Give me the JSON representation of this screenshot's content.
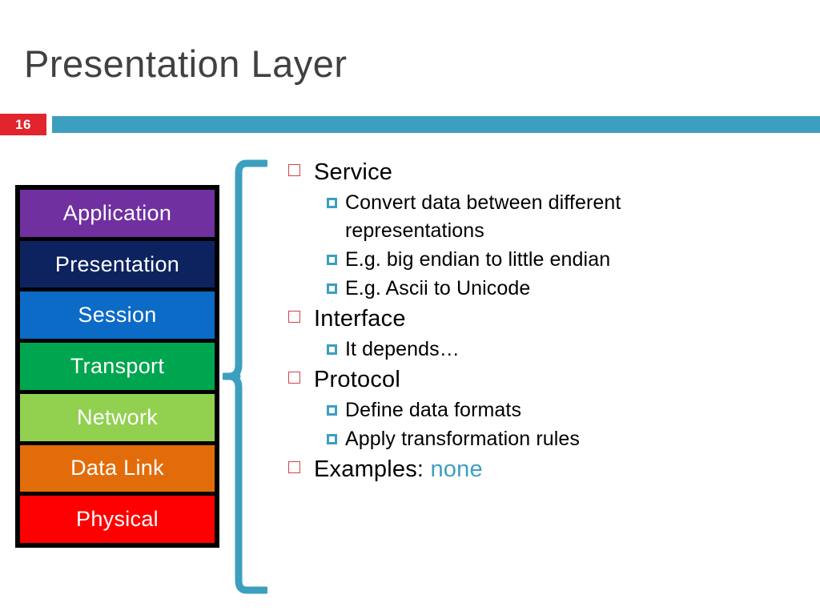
{
  "slide": {
    "title": "Presentation Layer",
    "number": "16",
    "accent_color": "#3C9FBF",
    "badge_color": "#E2242C",
    "title_color": "#414141"
  },
  "osi_stack": {
    "name": "osi-layer-stack",
    "layers": [
      {
        "label": "Application",
        "color": "#7030A0"
      },
      {
        "label": "Presentation",
        "color": "#0D2360"
      },
      {
        "label": "Session",
        "color": "#0C6BC6"
      },
      {
        "label": "Transport",
        "color": "#00A64F"
      },
      {
        "label": "Network",
        "color": "#92D050"
      },
      {
        "label": "Data Link",
        "color": "#E36C0A"
      },
      {
        "label": "Physical",
        "color": "#FF0000"
      }
    ],
    "highlighted_layer": "Presentation"
  },
  "content": {
    "bullets": [
      {
        "label": "Service",
        "sub": [
          "Convert data between different representations",
          "E.g. big endian to little endian",
          "E.g. Ascii to Unicode"
        ]
      },
      {
        "label": "Interface",
        "sub": [
          "It depends…"
        ]
      },
      {
        "label": "Protocol",
        "sub": [
          "Define data formats",
          "Apply transformation rules"
        ]
      },
      {
        "label": "Examples: ",
        "accent": "none",
        "sub": []
      }
    ]
  }
}
